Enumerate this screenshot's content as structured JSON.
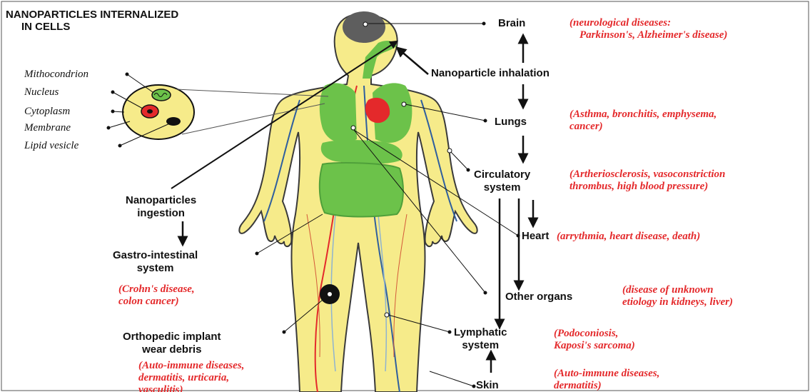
{
  "title": [
    "NANOPARTICLES INTERNALIZED",
    "IN CELLS"
  ],
  "cell_parts": [
    "Mithocondrion",
    "Nucleus",
    "Cytoplasm",
    "Membrane",
    "Lipid vesicle"
  ],
  "organs": {
    "brain": "Brain",
    "inhalation": "Nanoparticle inhalation",
    "lungs": "Lungs",
    "circulatory": [
      "Circulatory",
      "system"
    ],
    "heart": "Heart",
    "other": "Other organs",
    "lymphatic": [
      "Lymphatic",
      "system"
    ],
    "skin": "Skin",
    "ingestion": [
      "Nanoparticles",
      "ingestion"
    ],
    "gi": [
      "Gastro-intestinal",
      "system"
    ],
    "implant": [
      "Orthopedic implant",
      "wear debris"
    ]
  },
  "diseases": {
    "brain": [
      "(neurological diseases:",
      "Parkinson's, Alzheimer's disease)"
    ],
    "lungs": [
      "(Asthma, bronchitis, emphysema,",
      "cancer)"
    ],
    "circulatory": [
      "(Artherioscleros​is, vasoconstriction",
      "thrombus, high blood pressure)"
    ],
    "heart": "(arrythmia, heart disease, death)",
    "other": [
      "(disease of unknown",
      "etiology in kidneys, liver)"
    ],
    "lymphatic": [
      "(Podoconiosis,",
      "Kaposi's sarcoma)"
    ],
    "skin": [
      "(Auto-immune diseases,",
      "dermatitis)"
    ],
    "gi": [
      "(Crohn's disease,",
      "colon cancer)"
    ],
    "implant": [
      "(Auto-immune diseases,",
      "dermatitis, urticaria,",
      "vasculitis)"
    ]
  },
  "colors": {
    "body_fill": "#f6eb8a",
    "organ_green": "#6cc24a",
    "disease_red": "#e4292b",
    "vessel_blue": "#2f5f9e",
    "brain_gray": "#5e5e5e"
  }
}
